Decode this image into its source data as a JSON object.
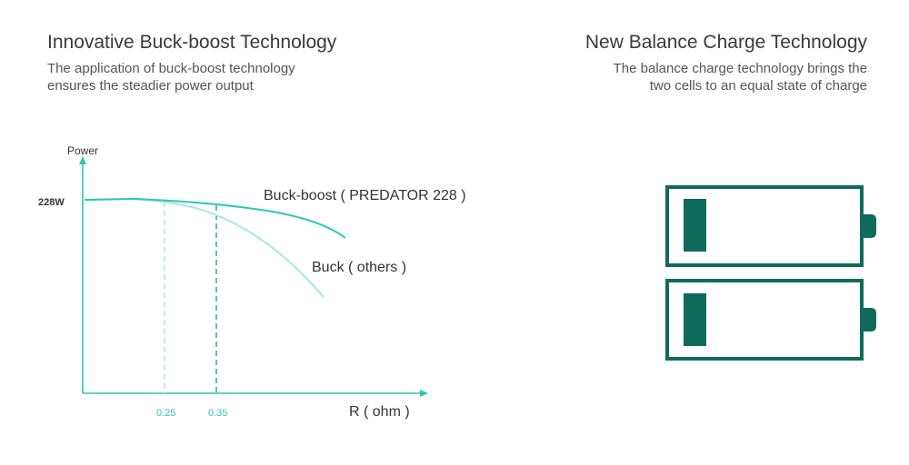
{
  "left": {
    "title": "Innovative Buck-boost Technology",
    "subtitle_lines": [
      "The application of buck-boost technology",
      "ensures the steadier power output"
    ]
  },
  "right": {
    "title": "New Balance Charge Technology",
    "subtitle_lines": [
      "The balance charge technology brings the",
      "two cells to an equal state of charge"
    ]
  },
  "chart_data": {
    "type": "line",
    "ylabel": "Power",
    "xlabel": "R ( ohm )",
    "y_tick_labels": [
      "228W"
    ],
    "x_tick_labels": [
      "0.25",
      "0.35"
    ],
    "x_markers": [
      0.25,
      0.35
    ],
    "series": [
      {
        "name": "Buck-boost ( PREDATOR 228 )",
        "color": "#2cc8b0"
      },
      {
        "name": "Buck ( others )",
        "color": "#a8e8dd"
      }
    ],
    "colors": {
      "axis": "#2cc8b0",
      "marker_025": "#a8e8dd",
      "marker_035": "#1f9f8c"
    }
  },
  "batteries": {
    "count": 2,
    "charge_level": 0.12,
    "color": "#0f6b5c",
    "icon": "battery-icon"
  }
}
